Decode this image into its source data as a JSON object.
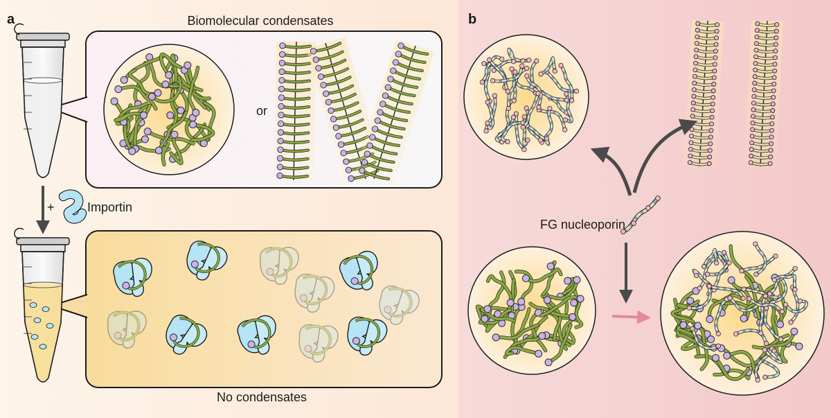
{
  "panel_a": {
    "letter": "a",
    "title": "Biomolecular condensates",
    "or_label": "or",
    "arrow_label": "+",
    "importin_label": "Importin",
    "bottom_caption": "No condensates"
  },
  "panel_b": {
    "letter": "b",
    "fg_label": "FG nucleoporin"
  },
  "colors": {
    "panel_a_bg": "#fdf1e4",
    "panel_b_bg": "#f5d2d2",
    "fg_green": "#8fa848",
    "fg_blue": "#7fa6cc",
    "fg_bead_purple": "#c9b3e6",
    "fg_bead_pink": "#f0b6c6",
    "importin_cyan": "#b6e4f4",
    "arrow_gray": "#4a4a4a",
    "arrow_red": "#e58a9a"
  },
  "icons": [
    "tube-icon",
    "importin-icon",
    "fg-strand-icon"
  ]
}
